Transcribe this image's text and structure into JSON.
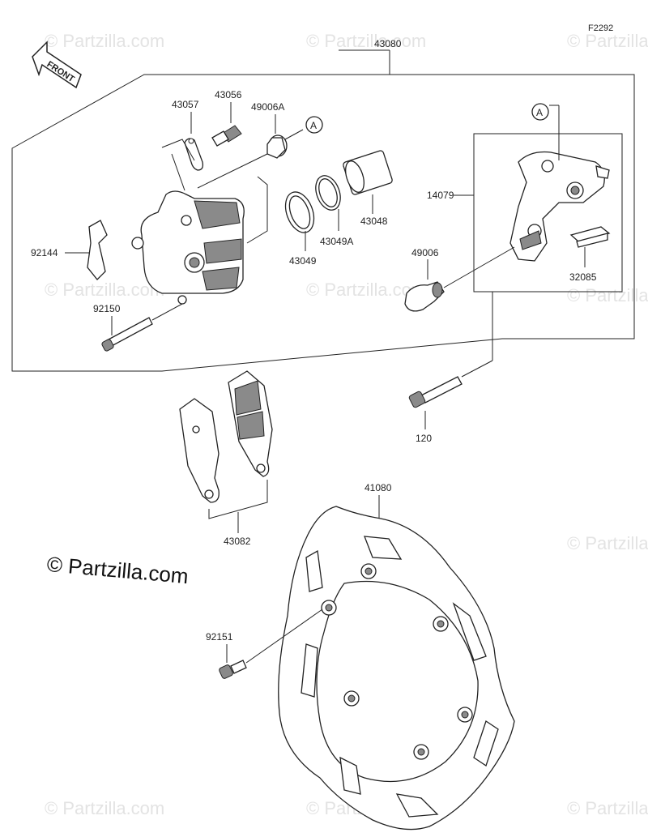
{
  "diagram_code": "F2292",
  "front_label": "FRONT",
  "watermark_text": "© Partzilla.com",
  "copyright_text": "© Partzilla.com",
  "ref_a": "A",
  "parts": {
    "p43080": "43080",
    "p43057": "43057",
    "p43056": "43056",
    "p49006a": "49006A",
    "p43048": "43048",
    "p43049a": "43049A",
    "p43049": "43049",
    "p92144": "92144",
    "p92150": "92150",
    "p14079": "14079",
    "p49006": "49006",
    "p32085": "32085",
    "p120": "120",
    "p43082": "43082",
    "p41080": "41080",
    "p92151": "92151"
  },
  "colors": {
    "line": "#222222",
    "watermark": "#e3e3e3",
    "shade": "#8a8a8a"
  }
}
